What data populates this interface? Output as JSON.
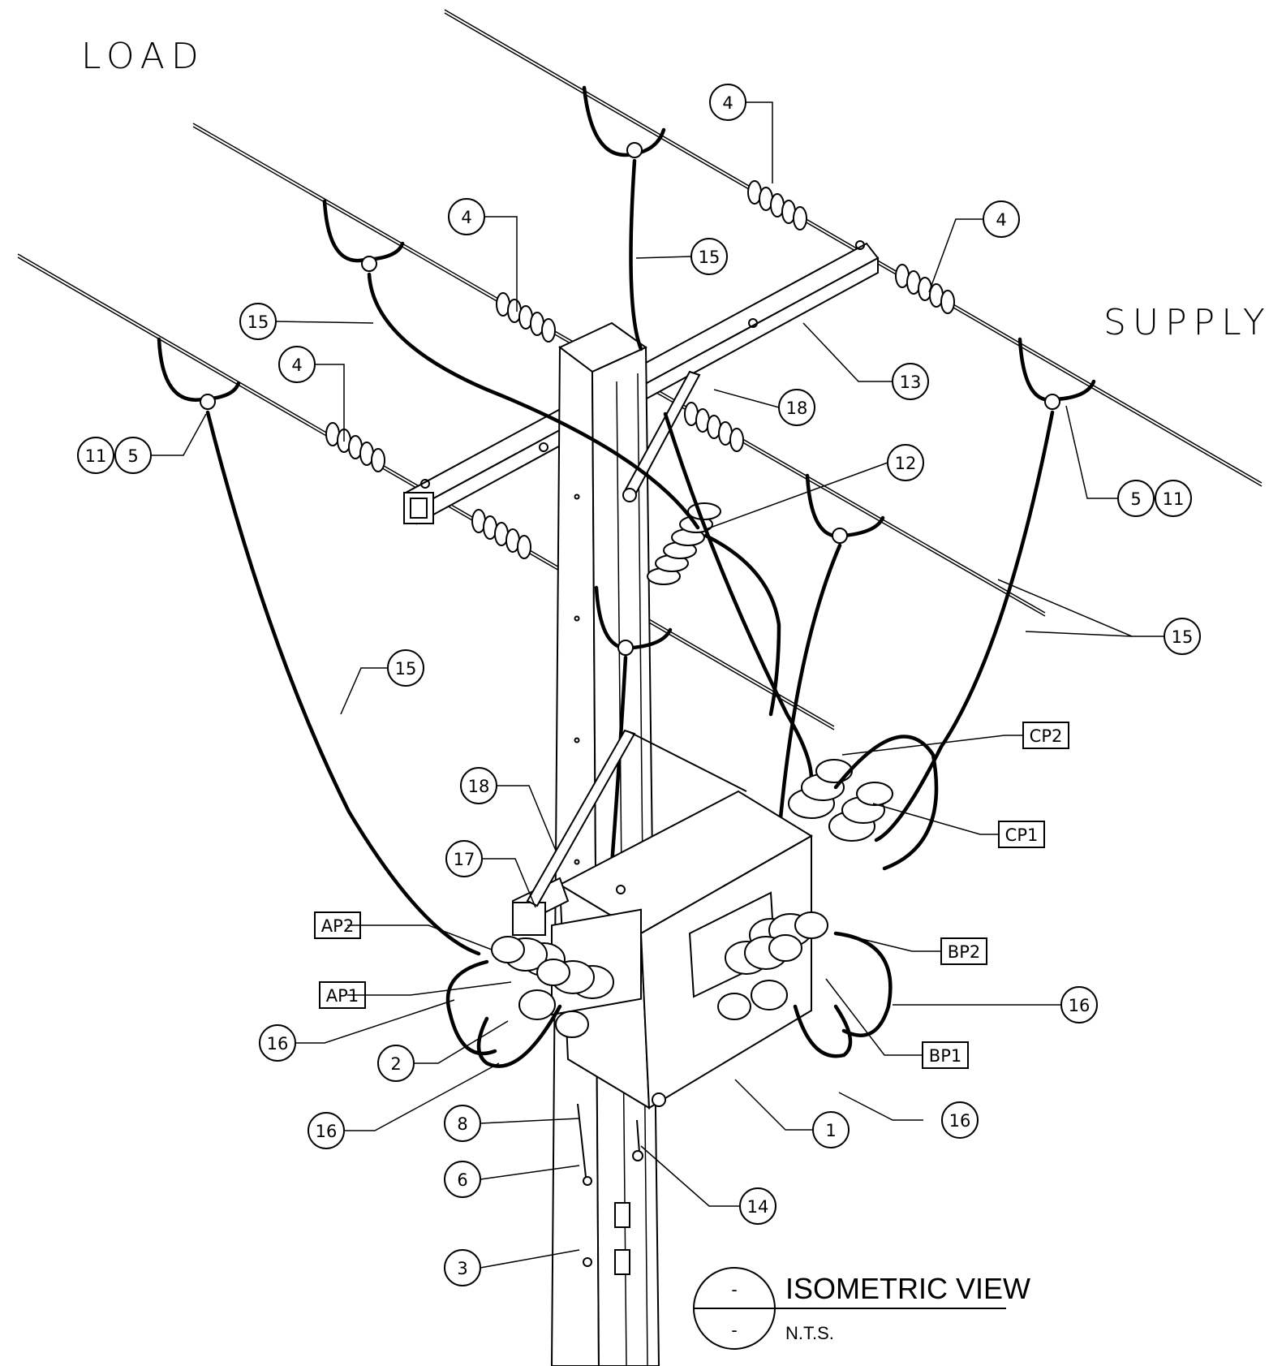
{
  "side_labels": {
    "load": "LOAD",
    "supply": "SUPPLY"
  },
  "title_block": {
    "title": "ISOMETRIC VIEW",
    "scale": "N.T.S.",
    "ref_top": "-",
    "ref_bottom": "-"
  },
  "callouts": [
    {
      "id": "c4a",
      "text": "4"
    },
    {
      "id": "c4b",
      "text": "4"
    },
    {
      "id": "c4c",
      "text": "4"
    },
    {
      "id": "c4d",
      "text": "4"
    },
    {
      "id": "c15a",
      "text": "15"
    },
    {
      "id": "c15b",
      "text": "15"
    },
    {
      "id": "c15c",
      "text": "15"
    },
    {
      "id": "c15d",
      "text": "15"
    },
    {
      "id": "c13",
      "text": "13"
    },
    {
      "id": "c18a",
      "text": "18"
    },
    {
      "id": "c18b",
      "text": "18"
    },
    {
      "id": "c12",
      "text": "12"
    },
    {
      "id": "c11a",
      "text": "11"
    },
    {
      "id": "c5a",
      "text": "5"
    },
    {
      "id": "c5b",
      "text": "5"
    },
    {
      "id": "c11b",
      "text": "11"
    },
    {
      "id": "c17",
      "text": "17"
    },
    {
      "id": "c16a",
      "text": "16"
    },
    {
      "id": "c16b",
      "text": "16"
    },
    {
      "id": "c16c",
      "text": "16"
    },
    {
      "id": "c16d",
      "text": "16"
    },
    {
      "id": "c2",
      "text": "2"
    },
    {
      "id": "c8",
      "text": "8"
    },
    {
      "id": "c6",
      "text": "6"
    },
    {
      "id": "c3",
      "text": "3"
    },
    {
      "id": "c14",
      "text": "14"
    },
    {
      "id": "c1",
      "text": "1"
    }
  ],
  "tags": [
    {
      "id": "CP2",
      "text": "CP2"
    },
    {
      "id": "CP1",
      "text": "CP1"
    },
    {
      "id": "AP2",
      "text": "AP2"
    },
    {
      "id": "AP1",
      "text": "AP1"
    },
    {
      "id": "BP2",
      "text": "BP2"
    },
    {
      "id": "BP1",
      "text": "BP1"
    }
  ]
}
